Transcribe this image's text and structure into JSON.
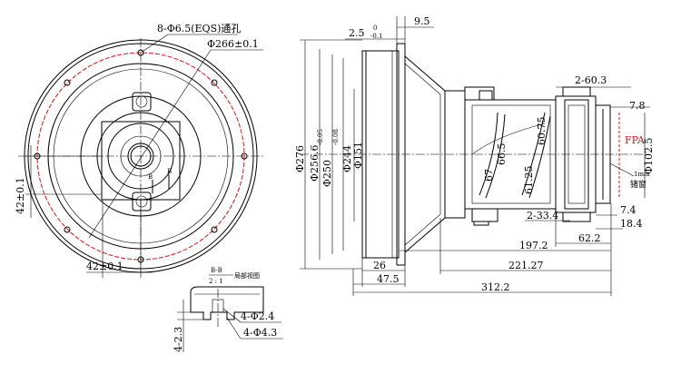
{
  "front_view": {
    "hole_note": "8-Φ6.5(EQS)通孔",
    "diameter_note": "Φ266±0.1",
    "dim_bottom": "42±0.1",
    "dim_left": "42±0.1",
    "section_mark_1": "B",
    "section_mark_2": "B"
  },
  "detail_view": {
    "title_line1": "B-B",
    "title_line2": "2 : 1",
    "title_suffix": "局部视图",
    "hole_small": "4-Φ2.4",
    "hole_large": "4-Φ4.3",
    "depth": "4-2.3"
  },
  "side_view": {
    "top_dim_a": "2.5",
    "tol_upper": "0",
    "tol_lower": "-0.1",
    "top_dim_b": "9.5",
    "dia_276": "Φ276",
    "dia_256": "Φ256.6",
    "dia_250": "Φ250",
    "dia_250_tol_upper": "-0.05",
    "dia_250_tol_lower": "-0.08",
    "dia_244": "Φ244",
    "dia_151": "Φ151",
    "dim_66_5": "66.5",
    "dim_60_75": "60.75",
    "dim_67": "67",
    "dim_61_25": "61.25",
    "dim_2_60_3": "2-60.3",
    "dim_7_8": "7.8",
    "fpa_label": "FPA",
    "dim_102_5": "Φ102.5",
    "window_note_1": "1mm",
    "window_note_2": "锗窗",
    "dim_2_33_4": "2-33.4",
    "dim_7_4": "7.4",
    "dim_18_4": "18.4",
    "dim_62_2": "62.2",
    "dim_197_2": "197.2",
    "dim_26": "26",
    "dim_221_27": "221.27",
    "dim_47_5": "47.5",
    "dim_312_2": "312.2"
  },
  "colors": {
    "line": "#000000",
    "accent": "#dd1111"
  }
}
